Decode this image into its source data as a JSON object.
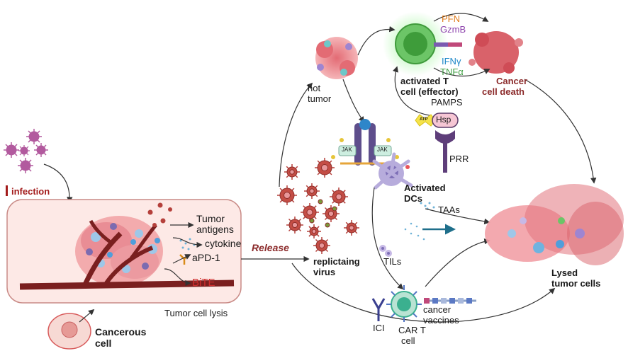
{
  "labels": {
    "infection": "infection",
    "tumor_antigens_1": "Tumor",
    "tumor_antigens_2": "antigens",
    "cytokine": "cytokine",
    "apd1": "aPD-1",
    "bite": "BiTE",
    "tumor_cell_lysis": "Tumor cell lysis",
    "cancerous_cell_1": "Cancerous",
    "cancerous_cell_2": "cell",
    "release": "Release",
    "hot_tumor_1": "hot",
    "hot_tumor_2": "tumor",
    "activated_t_1": "activated T",
    "activated_t_2": "cell (effector)",
    "pfn": "PFN",
    "gzmb": "GzmB",
    "ifng": "IFNγ",
    "tnfa": "TNFα",
    "cancer_death_1": "Cancer",
    "cancer_death_2": "cell death",
    "pamps": "PAMPS",
    "atp": "ATP",
    "hsp": "Hsp",
    "prr": "PRR",
    "jak_left": "JAK",
    "jak_right": "JAK",
    "activated_dcs_1": "Activated",
    "activated_dcs_2": "DCs",
    "taas": "TAAs",
    "replicating_1": "replictaing",
    "replicating_2": "virus",
    "tils": "TILs",
    "ici": "ICI",
    "car_t_1": "CAR T",
    "car_t_2": "cell",
    "vaccines_1": "cancer",
    "vaccines_2": "vaccines",
    "lysed_1": "Lysed",
    "lysed_2": "tumor cells"
  },
  "colors": {
    "virus": "#b5403b",
    "infection_bar": "#a31b1b",
    "vessel": "#7a1f1f",
    "tumor_pink": "#e8838a",
    "t_cell_green": "#4caf50",
    "receptor_purple": "#5e4e8c",
    "arrow": "#333333",
    "pfn": "#e07b1a",
    "gzmb": "#8e44ad",
    "ifng": "#1e88c8",
    "tnfa": "#43a047",
    "dc_purple": "#9b8ec4",
    "car_t": "#3bb08f"
  }
}
